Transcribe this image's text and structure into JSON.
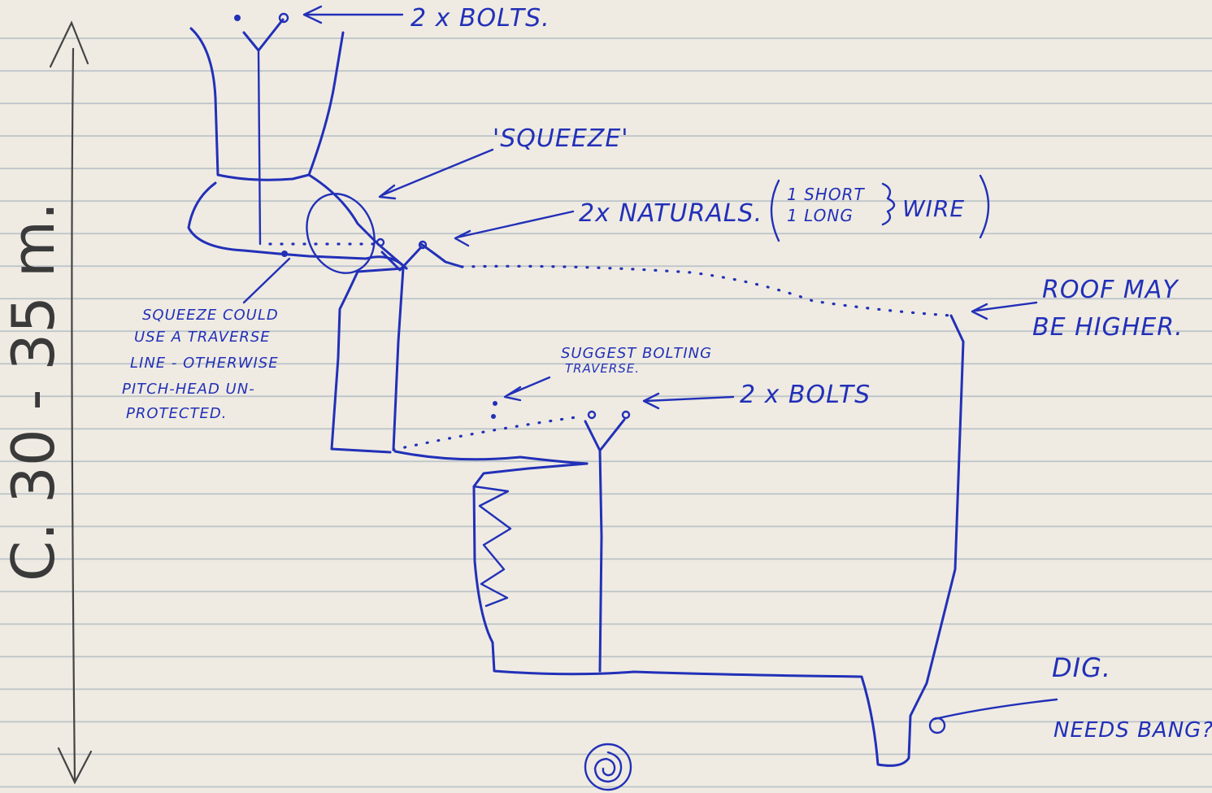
{
  "labels": {
    "bolts_top": "2 x BOLTS.",
    "squeeze": "'SQUEEZE'",
    "naturals": "2x NATURALS.",
    "naturals_short": "1 SHORT",
    "naturals_long": "1 LONG",
    "naturals_wire": "WIRE",
    "roof_line1": "ROOF MAY",
    "roof_line2": "BE HIGHER.",
    "squeeze_note_1": "SQUEEZE COULD",
    "squeeze_note_2": "USE A TRAVERSE",
    "squeeze_note_3": "LINE - OTHERWISE",
    "squeeze_note_4": "PITCH-HEAD UN-",
    "squeeze_note_5": "PROTECTED.",
    "suggest_1": "SUGGEST BOLTING",
    "suggest_2": "TRAVERSE.",
    "bolts_mid": "2 x BOLTS",
    "dig": "DIG.",
    "needs_bang": "NEEDS BANG?",
    "depth": "C. 30 - 35 m."
  },
  "colors": {
    "ink": "#2230b8",
    "paper": "#efebe2",
    "pencil": "#3a3a3a",
    "rule": "#bcc4c9"
  }
}
